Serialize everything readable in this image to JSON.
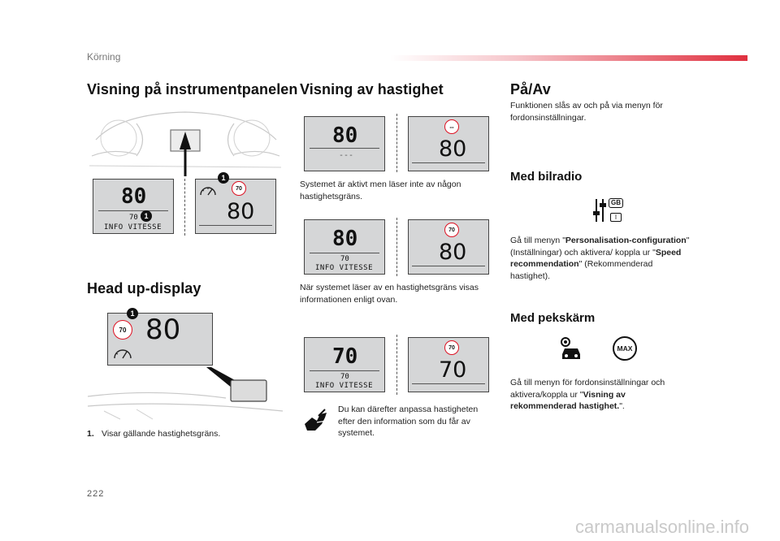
{
  "header": {
    "section": "Körning"
  },
  "col1": {
    "title": "Visning på instrumentpanelen",
    "panel_left": {
      "speed": "80",
      "limit": "70",
      "info": "INFO VITESSE",
      "bullet": "1"
    },
    "panel_right": {
      "sign": "70",
      "speed": "80",
      "bullet": "1"
    },
    "hud_title": "Head up-display",
    "hud": {
      "sign": "70",
      "speed": "80",
      "bullet": "1"
    },
    "footnote_num": "1.",
    "footnote_text": "Visar gällande hastighetsgräns."
  },
  "col2": {
    "title": "Visning av hastighet",
    "row1": {
      "left_speed": "80",
      "left_dashes": "---",
      "sign": "--",
      "right_speed": "80"
    },
    "row1_text": "Systemet är aktivt men läser inte av någon hastighetsgräns.",
    "row2": {
      "left_speed": "80",
      "limit": "70",
      "info": "INFO VITESSE",
      "sign": "70",
      "right_speed": "80"
    },
    "row2_text": "När systemet läser av en hastighetsgräns visas informationen enligt ovan.",
    "row3": {
      "left_speed": "70",
      "limit": "70",
      "info": "INFO VITESSE",
      "sign": "70",
      "right_speed": "70"
    },
    "row3_text": "Du kan därefter anpassa hastigheten efter den information som du får av systemet."
  },
  "col3": {
    "title": "På/Av",
    "intro": "Funktionen slås av och på via menyn för fordonsinställningar.",
    "radio_title": "Med bilradio",
    "radio_icon_label_top": "GB",
    "radio_icon_label_bottom": "I",
    "radio_text_1": "Gå till menyn \"",
    "radio_bold_1": "Personalisation-configuration",
    "radio_text_2": "\" (Inställningar) och aktivera/ koppla ur \"",
    "radio_bold_2": "Speed recommendation",
    "radio_text_3": "\" (Rekommenderad hastighet).",
    "touch_title": "Med pekskärm",
    "max_label": "MAX",
    "touch_text_1": "Gå till menyn för fordonsinställningar och aktivera/koppla ur \"",
    "touch_bold": "Visning av rekommenderad hastighet.",
    "touch_text_2": "\"."
  },
  "footer": {
    "page": "222",
    "watermark": "carmanualsonline.info"
  },
  "colors": {
    "accent": "#e0303f",
    "sign_red": "#dd1122",
    "panel_bg": "#d5d6d7"
  }
}
